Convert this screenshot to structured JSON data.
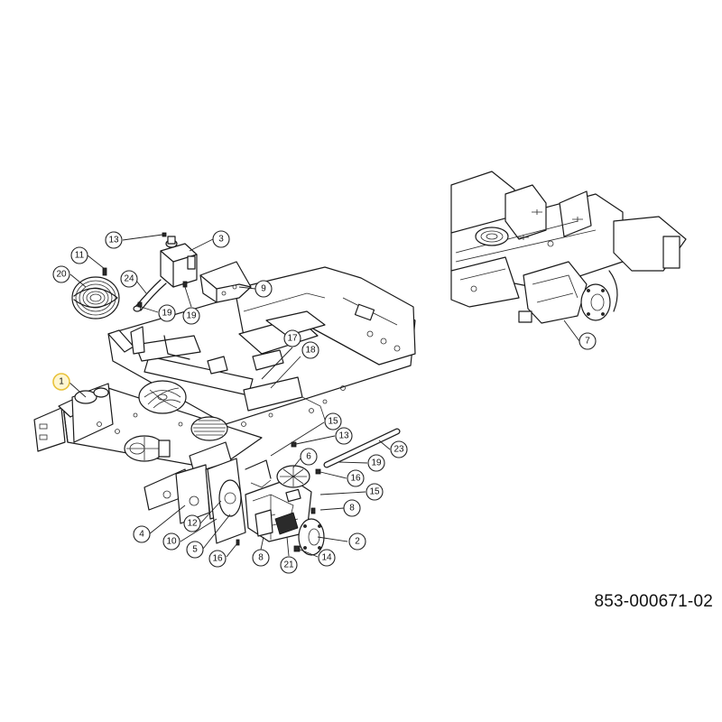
{
  "document": {
    "part_number": "853-000671-02"
  },
  "callouts": [
    {
      "id": "c1",
      "label": "1",
      "highlight": true
    },
    {
      "id": "c2",
      "label": "2"
    },
    {
      "id": "c3",
      "label": "3"
    },
    {
      "id": "c4",
      "label": "4"
    },
    {
      "id": "c5",
      "label": "5"
    },
    {
      "id": "c6",
      "label": "6"
    },
    {
      "id": "c7",
      "label": "7"
    },
    {
      "id": "c8a",
      "label": "8"
    },
    {
      "id": "c8b",
      "label": "8"
    },
    {
      "id": "c9",
      "label": "9"
    },
    {
      "id": "c10",
      "label": "10"
    },
    {
      "id": "c11",
      "label": "11"
    },
    {
      "id": "c12",
      "label": "12"
    },
    {
      "id": "c13a",
      "label": "13"
    },
    {
      "id": "c13b",
      "label": "13"
    },
    {
      "id": "c14",
      "label": "14"
    },
    {
      "id": "c15a",
      "label": "15"
    },
    {
      "id": "c15b",
      "label": "15"
    },
    {
      "id": "c16a",
      "label": "16"
    },
    {
      "id": "c16b",
      "label": "16"
    },
    {
      "id": "c17",
      "label": "17"
    },
    {
      "id": "c18",
      "label": "18"
    },
    {
      "id": "c19a",
      "label": "19"
    },
    {
      "id": "c19b",
      "label": "19"
    },
    {
      "id": "c19c",
      "label": "19"
    },
    {
      "id": "c20",
      "label": "20"
    },
    {
      "id": "c21",
      "label": "21"
    },
    {
      "id": "c23",
      "label": "23"
    },
    {
      "id": "c24",
      "label": "24"
    }
  ],
  "colors": {
    "line": "#1a1a1a",
    "highlight_ring": "#e8c23a",
    "background": "#ffffff"
  }
}
